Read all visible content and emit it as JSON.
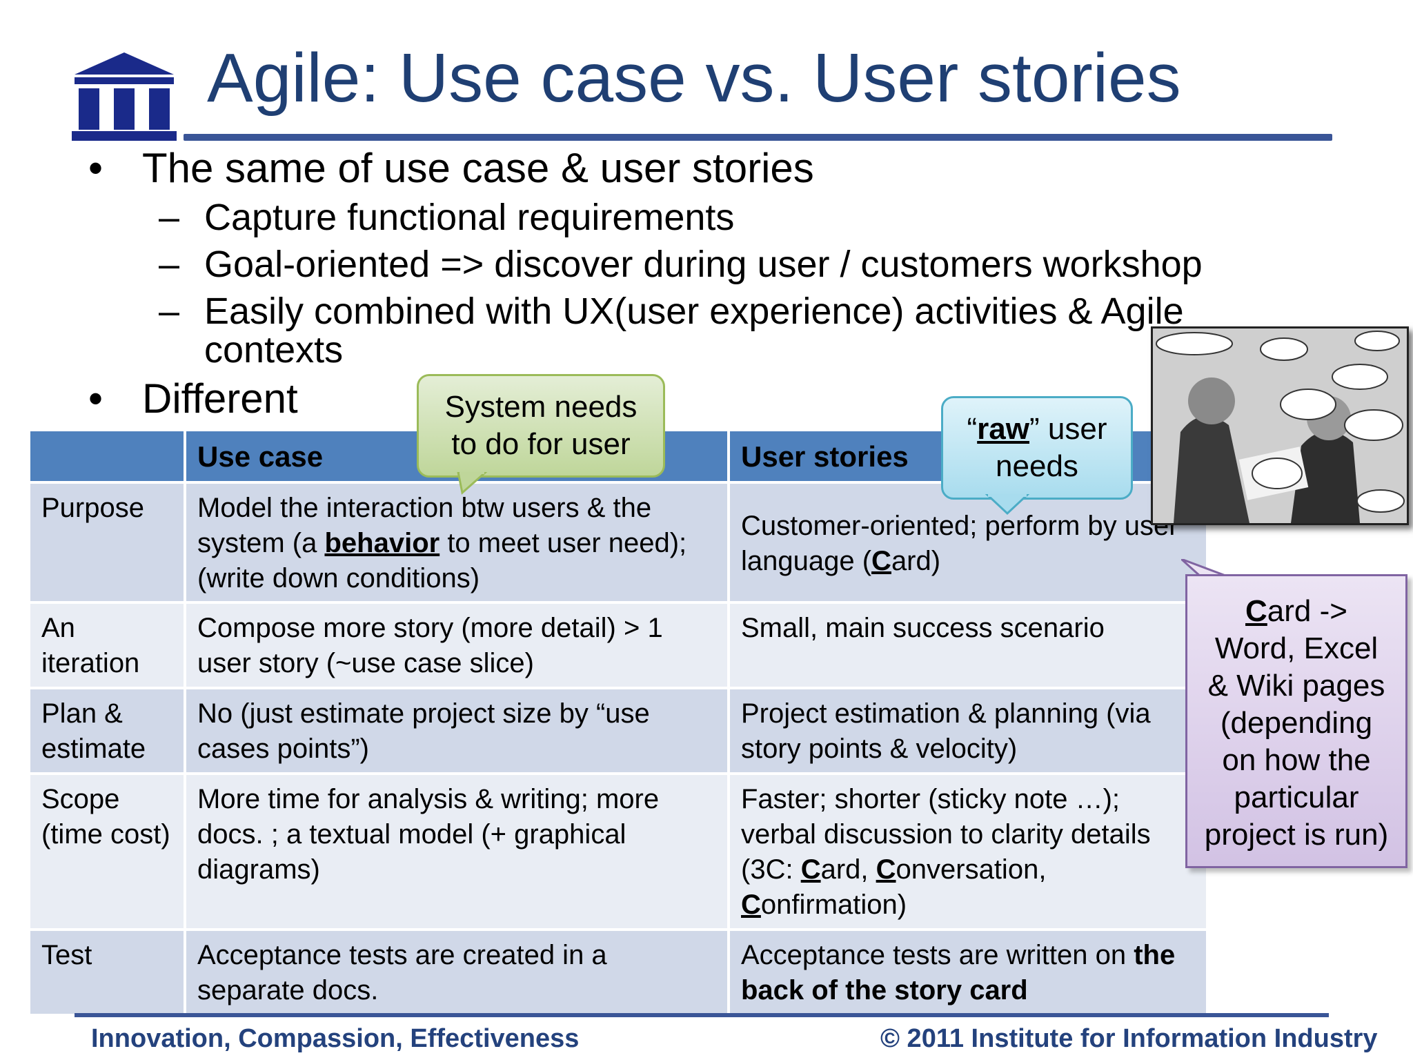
{
  "slide": {
    "title": "Agile: Use case vs. User stories",
    "bullets": [
      {
        "text": "The same of use case & user stories",
        "subs": [
          "Capture functional requirements",
          "Goal-oriented => discover during user / customers workshop",
          "Easily combined with UX(user experience) activities & Agile",
          "contexts"
        ]
      },
      {
        "text": "Different"
      }
    ],
    "bullet_glyph": "•",
    "dash_glyph": "–"
  },
  "table": {
    "headers": [
      "",
      "Use case",
      "User stories"
    ],
    "rows": [
      {
        "label": "Purpose",
        "use_case": {
          "pre": "Model the interaction btw users & the system (a ",
          "em": "behavior",
          "post": " to meet user need); (write down conditions)"
        },
        "user_stories": {
          "pre": "Customer-oriented; perform by user language (",
          "em": "C",
          "post": "ard)"
        }
      },
      {
        "label": "An iteration",
        "use_case": "Compose more story (more detail) > 1 user story (~use case slice)",
        "user_stories": "Small, main success scenario"
      },
      {
        "label": "Plan & estimate",
        "use_case": "No (just estimate project size by “use cases points”)",
        "user_stories": "Project estimation & planning (via story points & velocity)"
      },
      {
        "label": "Scope (time cost)",
        "use_case": "More time for analysis & writing; more docs. ; a textual model (+ graphical diagrams)",
        "user_stories": {
          "pre": "Faster; shorter (sticky note …); verbal discussion to clarity details (3C: ",
          "c1": "C",
          "t1": "ard, ",
          "c2": "C",
          "t2": "onversation, ",
          "c3": "C",
          "t3": "onfirmation)"
        }
      },
      {
        "label": "Test",
        "use_case": "Acceptance tests are created in a separate docs.",
        "user_stories": {
          "pre": "Acceptance tests are written on ",
          "bold": "the back of the story card"
        }
      }
    ]
  },
  "callouts": {
    "green": {
      "line1": "System needs",
      "line2": "to do for user"
    },
    "blue": {
      "q_open": "“",
      "em": "raw",
      "q_close": "” user",
      "line2": "needs"
    },
    "purple": {
      "em": "C",
      "line1_rest": "ard ->",
      "lines": [
        "Word, Excel",
        "& Wiki pages",
        "(depending",
        "on how the",
        "particular",
        "project is run)"
      ]
    }
  },
  "footer": {
    "left": "Innovation, Compassion, Effectiveness",
    "right": "© 2011 Institute for Information Industry"
  },
  "colors": {
    "title": "#1f3f73",
    "header_row": "#4f81bd",
    "row_odd": "#d0d8e8",
    "row_even": "#e9edf4",
    "footer": "#24427d"
  }
}
